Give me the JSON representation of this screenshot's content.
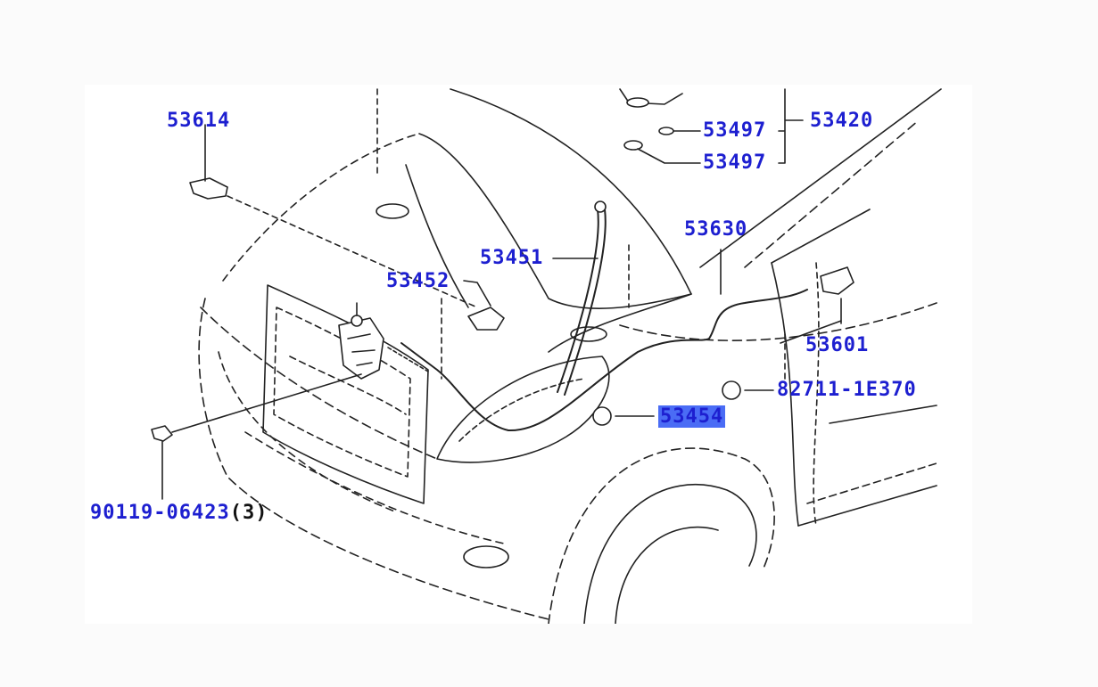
{
  "diagram": {
    "labels": {
      "p53614": "53614",
      "p53420": "53420",
      "p53497a": "53497",
      "p53497b": "53497",
      "p53630": "53630",
      "p53451": "53451",
      "p53452": "53452",
      "p53601": "53601",
      "p82711": "82711-1E370",
      "p53454": "53454",
      "p90119": "90119-06423",
      "p90119_qty": "(3)"
    },
    "colors": {
      "label": "#1d1fd0",
      "line": "#222222",
      "highlight": "#4a6cf5"
    }
  }
}
